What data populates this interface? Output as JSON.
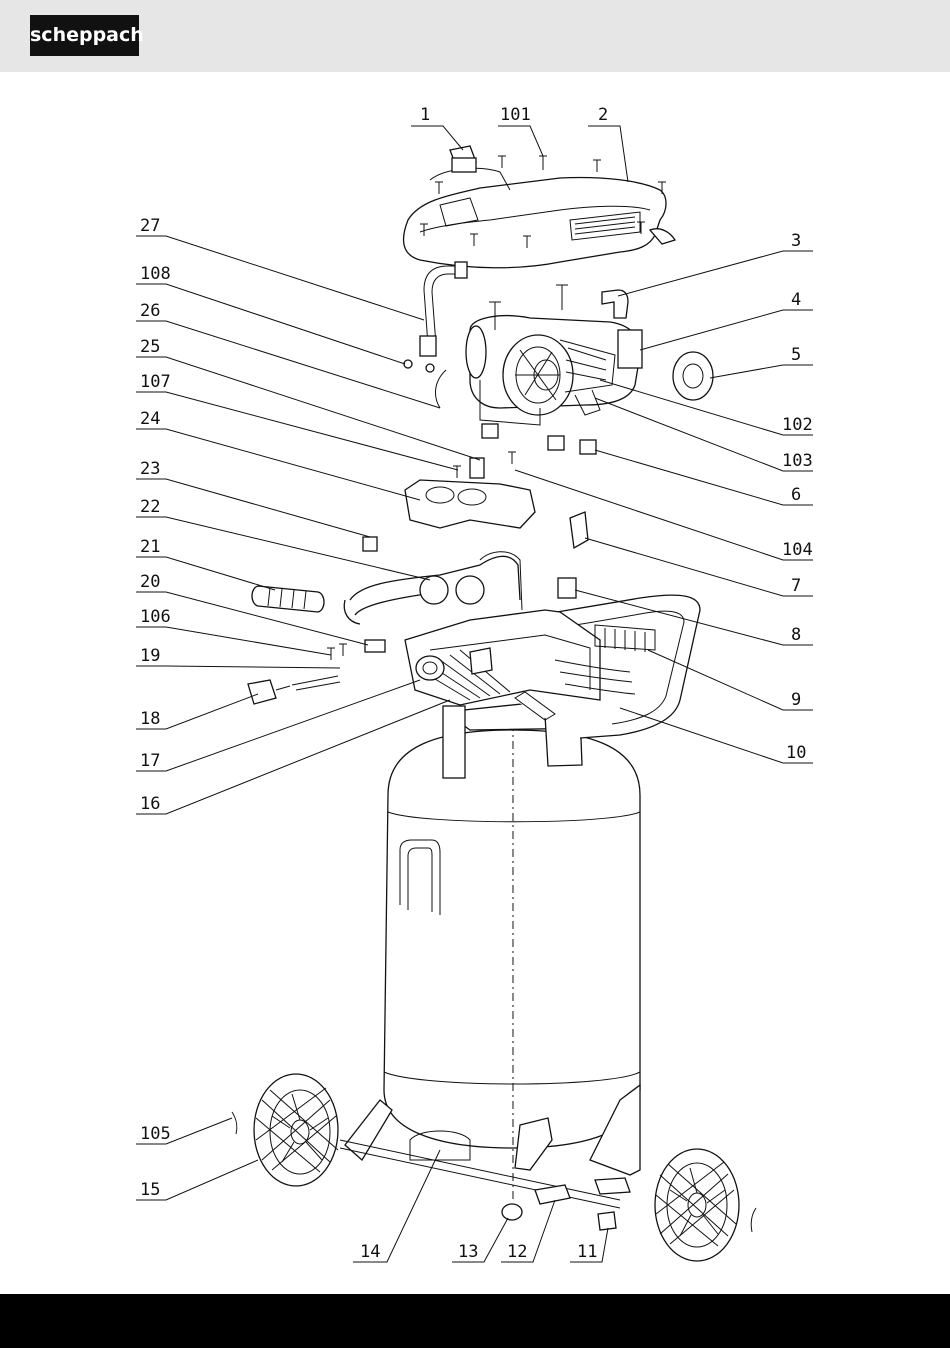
{
  "header": {
    "brand": "scheppach"
  },
  "callouts": {
    "c1": "1",
    "c101": "101",
    "c2": "2",
    "c3": "3",
    "c4": "4",
    "c5": "5",
    "c102": "102",
    "c103": "103",
    "c6": "6",
    "c104": "104",
    "c7": "7",
    "c8": "8",
    "c9": "9",
    "c10": "10",
    "c27": "27",
    "c108": "108",
    "c26": "26",
    "c25": "25",
    "c107": "107",
    "c24": "24",
    "c23": "23",
    "c22": "22",
    "c21": "21",
    "c20": "20",
    "c106": "106",
    "c19": "19",
    "c18": "18",
    "c17": "17",
    "c16": "16",
    "c105": "105",
    "c15": "15",
    "c14": "14",
    "c13": "13",
    "c12": "12",
    "c11": "11"
  }
}
